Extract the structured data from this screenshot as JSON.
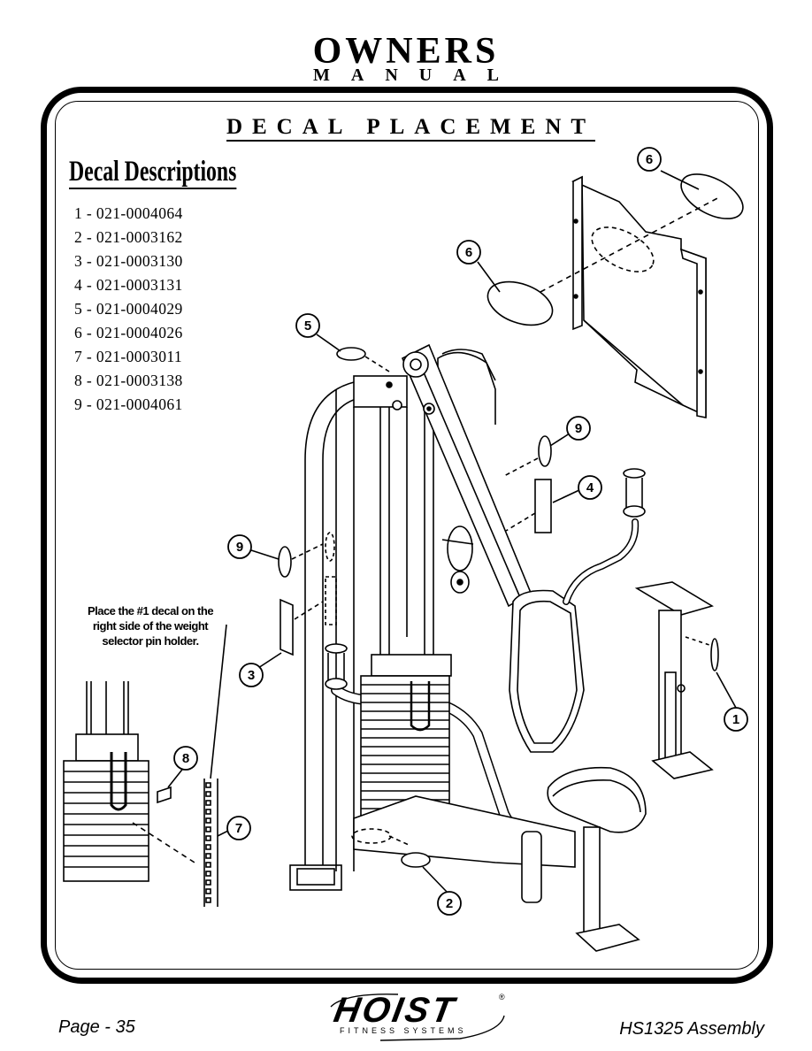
{
  "header": {
    "title": "OWNERS",
    "subtitle": "MANUAL"
  },
  "section": {
    "title": "DECAL PLACEMENT"
  },
  "descriptions": {
    "title": "Decal Descriptions",
    "items": [
      "1 - 021-0004064",
      "2 - 021-0003162",
      "3 - 021-0003130",
      "4 - 021-0003131",
      "5 - 021-0004029",
      "6 - 021-0004026",
      "7 - 021-0003011",
      "8 - 021-0003138",
      "9 - 021-0004061"
    ]
  },
  "note": {
    "line1": "Place the #1 decal on the",
    "line2": "right side of the weight",
    "line3": "selector pin holder."
  },
  "callouts": [
    "1",
    "2",
    "3",
    "4",
    "5",
    "6",
    "6",
    "7",
    "8",
    "9",
    "9"
  ],
  "footer": {
    "page": "Page - 35",
    "doc": "HS1325 Assembly",
    "logo": "HOIST",
    "logo_sub": "FITNESS SYSTEMS",
    "logo_mark": "®"
  }
}
